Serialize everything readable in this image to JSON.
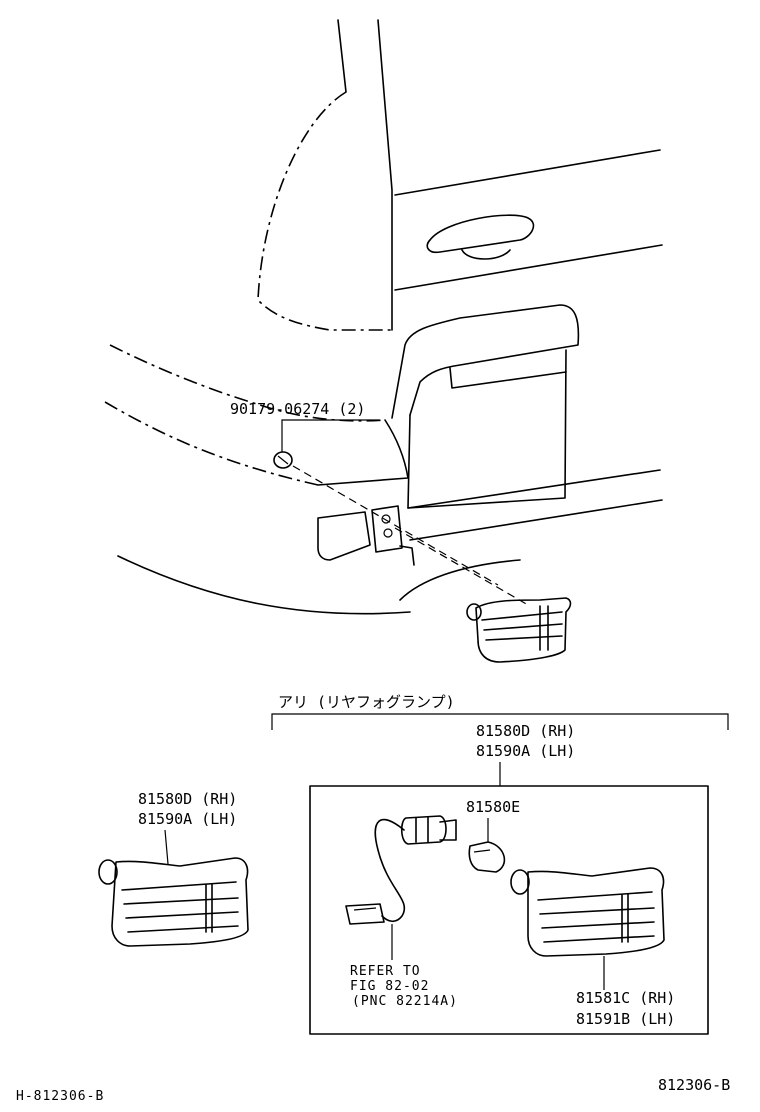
{
  "labels": {
    "bolt_part": "90179-06274 (2)",
    "section_header": "アリ (リヤフォグランプ)",
    "assembly_rh": "81580D (RH)",
    "assembly_lh": "81590A (LH)",
    "left_assembly_rh": "81580D (RH)",
    "left_assembly_lh": "81590A (LH)",
    "bulb": "81580E",
    "refer_line1": "REFER TO",
    "refer_line2": "FIG 82-02",
    "refer_line3": "(PNC 82214A)",
    "lens_rh": "81581C (RH)",
    "lens_lh": "81591B (LH)",
    "footer_left": "H-812306-B",
    "footer_right": "812306-B"
  },
  "icons": {
    "vehicle_rear": "vehicle-rear-corner-drawing",
    "fog_lamp": "rear-fog-lamp-drawing",
    "bolt": "bolt-icon",
    "bulb": "bulb-icon",
    "socket": "socket-wire-harness-icon"
  }
}
